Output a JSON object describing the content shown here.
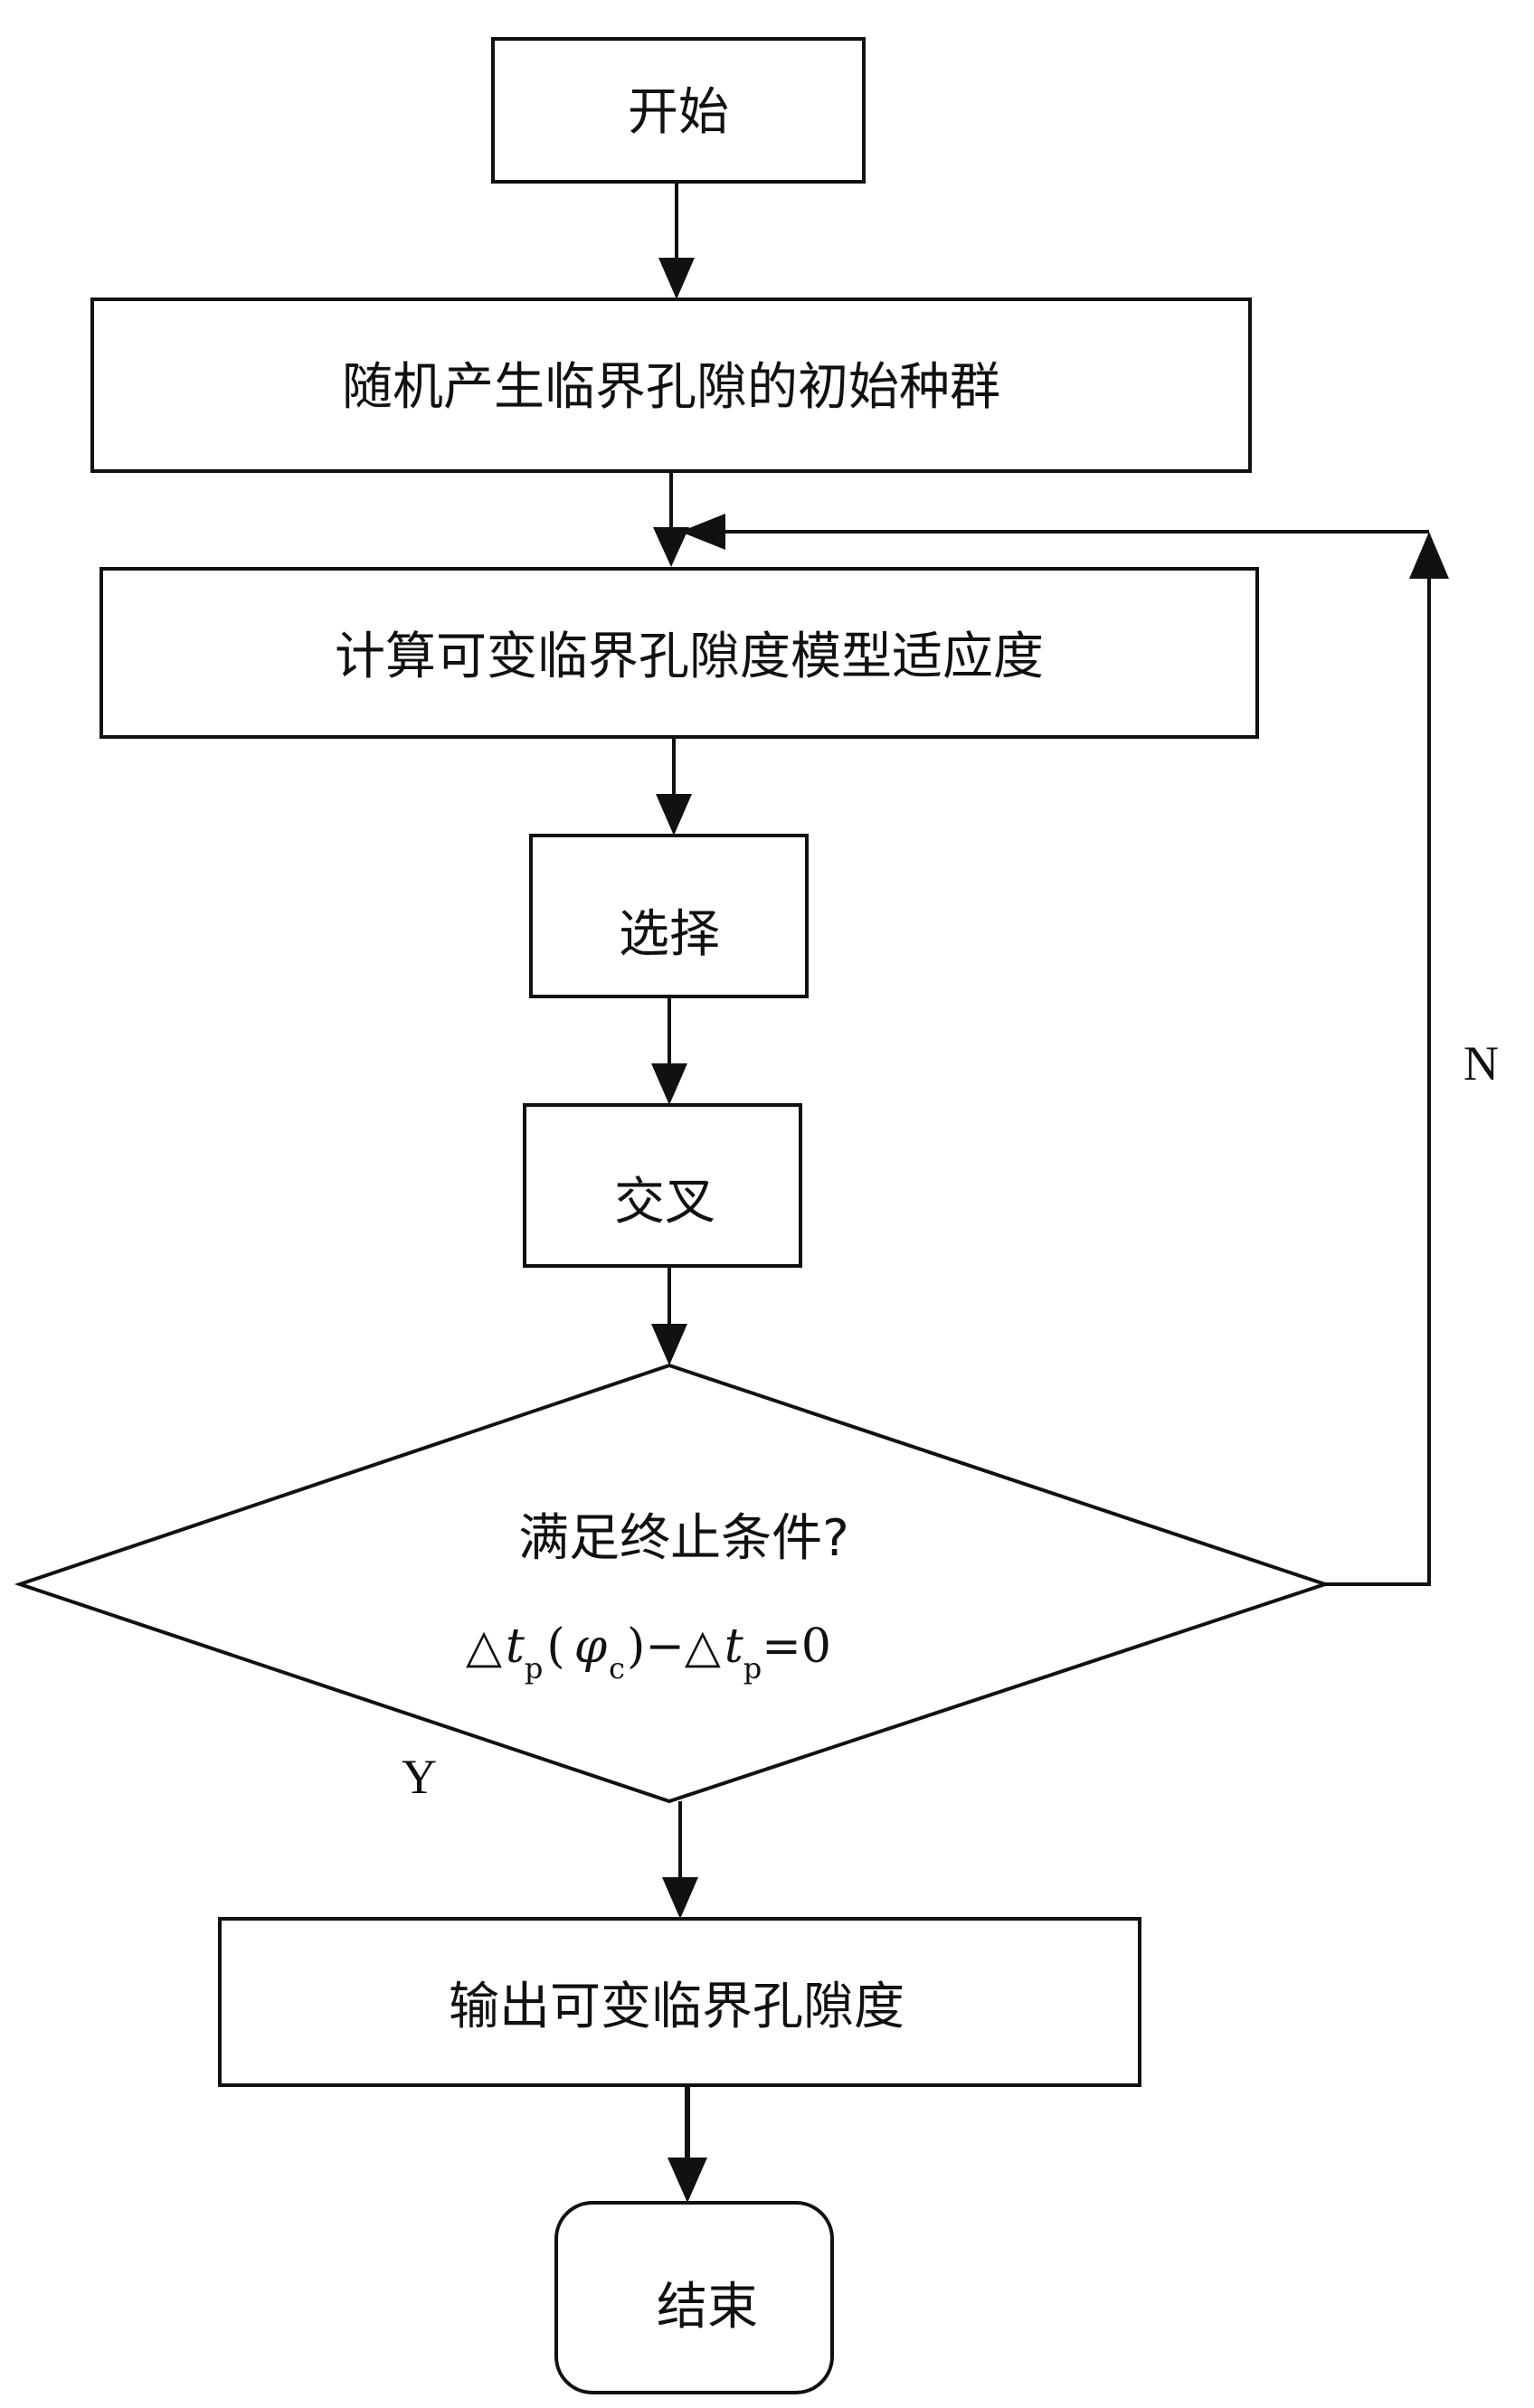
{
  "flowchart": {
    "start": "开始",
    "init_population": "随机产生临界孔隙的初始种群",
    "compute_fitness": "计算可变临界孔隙度模型适应度",
    "selection": "选择",
    "crossover": "交叉",
    "decision": {
      "question": "满足终止条件?",
      "formula": {
        "delta1": "△",
        "t1": "t",
        "p1": "p",
        "open_paren": "(",
        "phi": "φ",
        "c": "c",
        "close_minus": ")−",
        "delta2": "△",
        "t2": "t",
        "p2": "p",
        "equals_zero": "=0"
      }
    },
    "output": "输出可变临界孔隙度",
    "end": "结束",
    "branch_yes": "Y",
    "branch_no": "N"
  },
  "colors": {
    "stroke": "#111111",
    "background": "#ffffff"
  }
}
